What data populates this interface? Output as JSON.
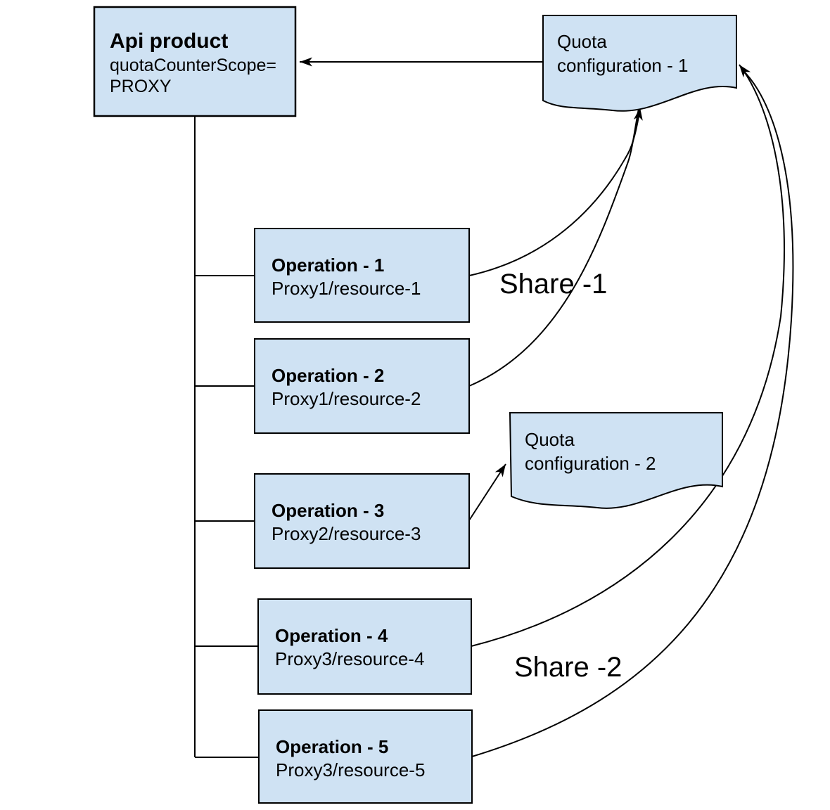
{
  "diagram": {
    "api_product": {
      "title": "Api product",
      "attribute_lines": [
        "quotaCounterScope=",
        "PROXY"
      ]
    },
    "quota_configurations": [
      {
        "lines": [
          "Quota",
          "configuration - 1"
        ]
      },
      {
        "lines": [
          "Quota",
          "configuration - 2"
        ]
      }
    ],
    "operations": [
      {
        "title": "Operation - 1",
        "path": "Proxy1/resource-1"
      },
      {
        "title": "Operation - 2",
        "path": "Proxy1/resource-2"
      },
      {
        "title": "Operation - 3",
        "path": "Proxy2/resource-3"
      },
      {
        "title": "Operation - 4",
        "path": "Proxy3/resource-4"
      },
      {
        "title": "Operation - 5",
        "path": "Proxy3/resource-5"
      }
    ],
    "share_labels": [
      {
        "text": "Share -1"
      },
      {
        "text": "Share -2"
      }
    ],
    "colors": {
      "node_fill": "#cfe2f3",
      "node_border": "#000000",
      "edge": "#000000",
      "text": "#000000",
      "background": "#ffffff"
    }
  }
}
